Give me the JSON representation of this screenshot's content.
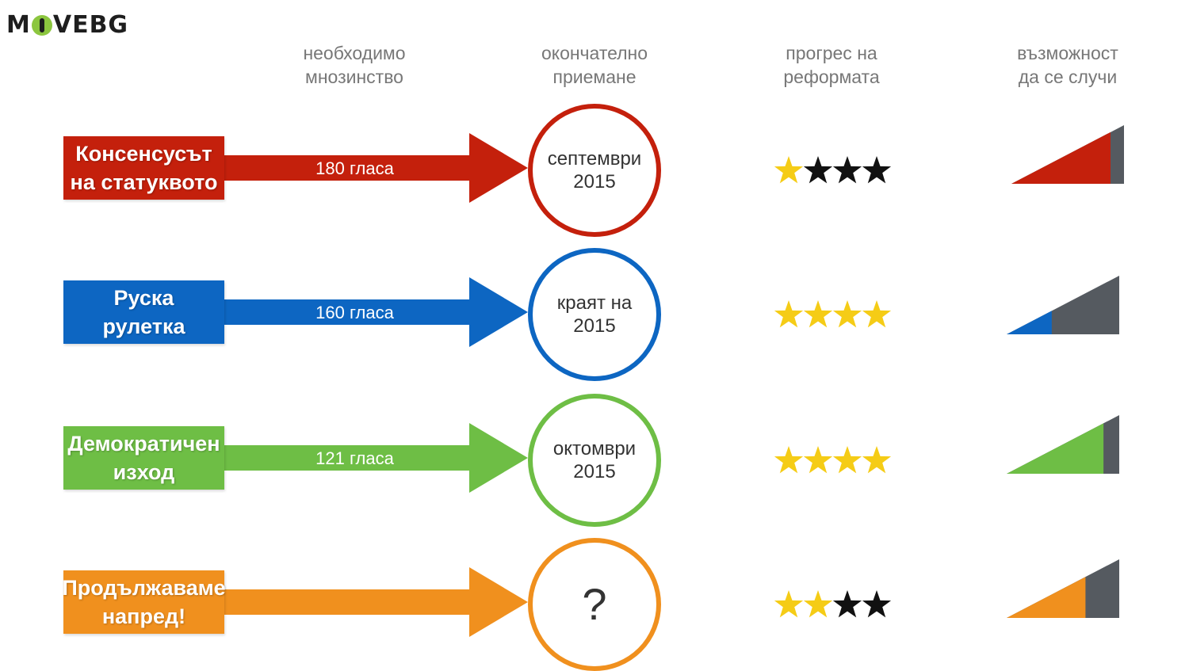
{
  "logo": {
    "left": "M",
    "right": "VEBG"
  },
  "headers": [
    {
      "line1": "необходимо",
      "line2": "мнозинство"
    },
    {
      "line1": "окончателно",
      "line2": "приемане"
    },
    {
      "line1": "прогрес на",
      "line2": "реформата"
    },
    {
      "line1": "възможност",
      "line2": "да се случи"
    }
  ],
  "rows": [
    {
      "label1": "Консенсусът",
      "label2": "на статуквото",
      "votes": "180 гласа",
      "date1": "септември",
      "date2": "2015",
      "stars_filled": 1,
      "possibility": 0.88,
      "color": "#c4200c"
    },
    {
      "label1": "Руска",
      "label2": "рулетка",
      "votes": "160 гласа",
      "date1": "краят на",
      "date2": "2015",
      "stars_filled": 4,
      "possibility": 0.4,
      "color": "#0d66c2"
    },
    {
      "label1": "Демократичен",
      "label2": "изход",
      "votes": "121 гласа",
      "date1": "октомври",
      "date2": "2015",
      "stars_filled": 4,
      "possibility": 0.86,
      "color": "#6ebe45"
    },
    {
      "label1": "Продължаваме",
      "label2": "напред!",
      "votes": "",
      "date1": "?",
      "date2": "",
      "stars_filled": 2,
      "possibility": 0.7,
      "color": "#f0901e"
    }
  ],
  "colors": {
    "star_yellow": "#f5cc16",
    "star_black": "#111111",
    "wedge_gray": "#555a60",
    "logo_green": "#8cc63f"
  }
}
